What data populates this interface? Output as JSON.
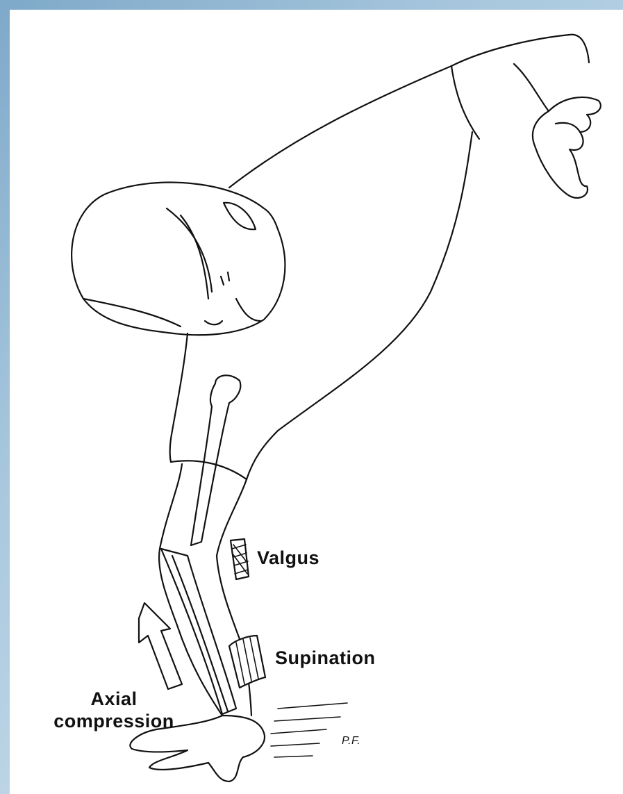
{
  "labels": {
    "valgus": "Valgus",
    "supination": "Supination",
    "axial_line1": "Axial",
    "axial_line2": "compression",
    "signature": "P.F."
  },
  "colors": {
    "frame_blue": "#8fb5d3",
    "ink": "#111111",
    "background": "#ffffff"
  }
}
